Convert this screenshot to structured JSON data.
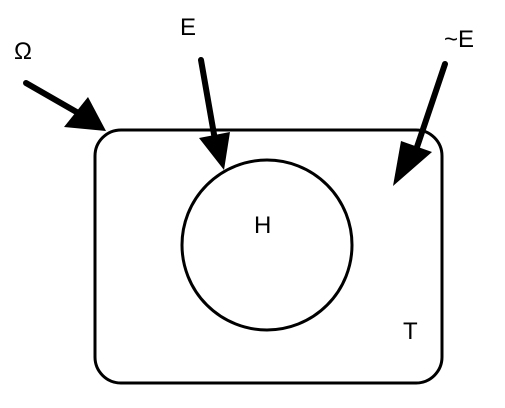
{
  "labels": {
    "omega": "Ω",
    "e": "E",
    "not_e": "~E",
    "h": "H",
    "t": "T"
  },
  "colors": {
    "stroke": "#000000",
    "background": "#ffffff"
  }
}
